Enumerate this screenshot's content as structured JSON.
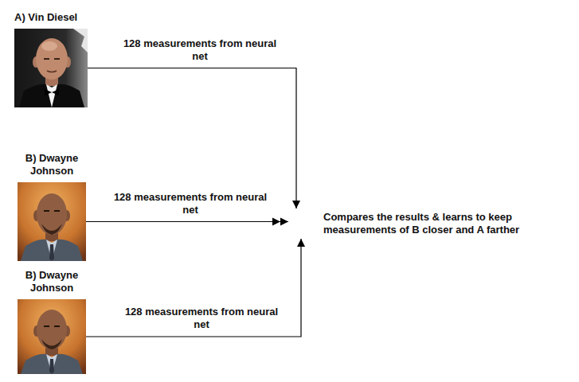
{
  "diagram": {
    "nodes": [
      {
        "text": [
          "A) Vin Diesel"
        ]
      },
      {
        "text": [
          "B) Dwayne Johnson"
        ]
      },
      {
        "text": [
          "B) Dwayne Johnson"
        ]
      },
      {
        "text": [
          "Compares the results & learns to keep measurements of B closer and A farther"
        ]
      }
    ],
    "edges": [
      {
        "from": 0,
        "to": 3,
        "label": "128 measurements from neural net",
        "arrow": "to"
      },
      {
        "from": 1,
        "to": 3,
        "label": "128 measurements from neural net",
        "arrow": "to"
      },
      {
        "from": 2,
        "to": 3,
        "label": "128 measurements from neural net",
        "arrow": "to"
      }
    ]
  }
}
